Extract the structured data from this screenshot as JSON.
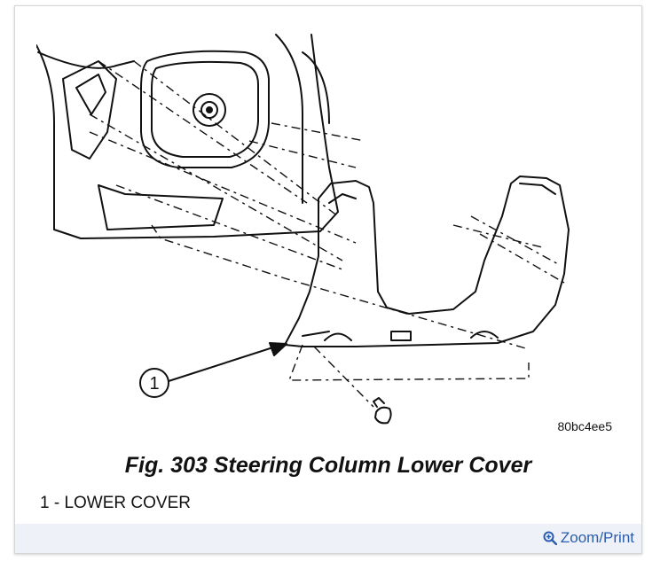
{
  "figure": {
    "code": "80bc4ee5",
    "callout": "1",
    "title": "Fig. 303 Steering Column Lower Cover",
    "legend": "1 - LOWER COVER"
  },
  "footer": {
    "zoom_label": "Zoom/Print",
    "zoom_icon": "magnifier-plus-icon",
    "link_color": "#2a5db0"
  }
}
